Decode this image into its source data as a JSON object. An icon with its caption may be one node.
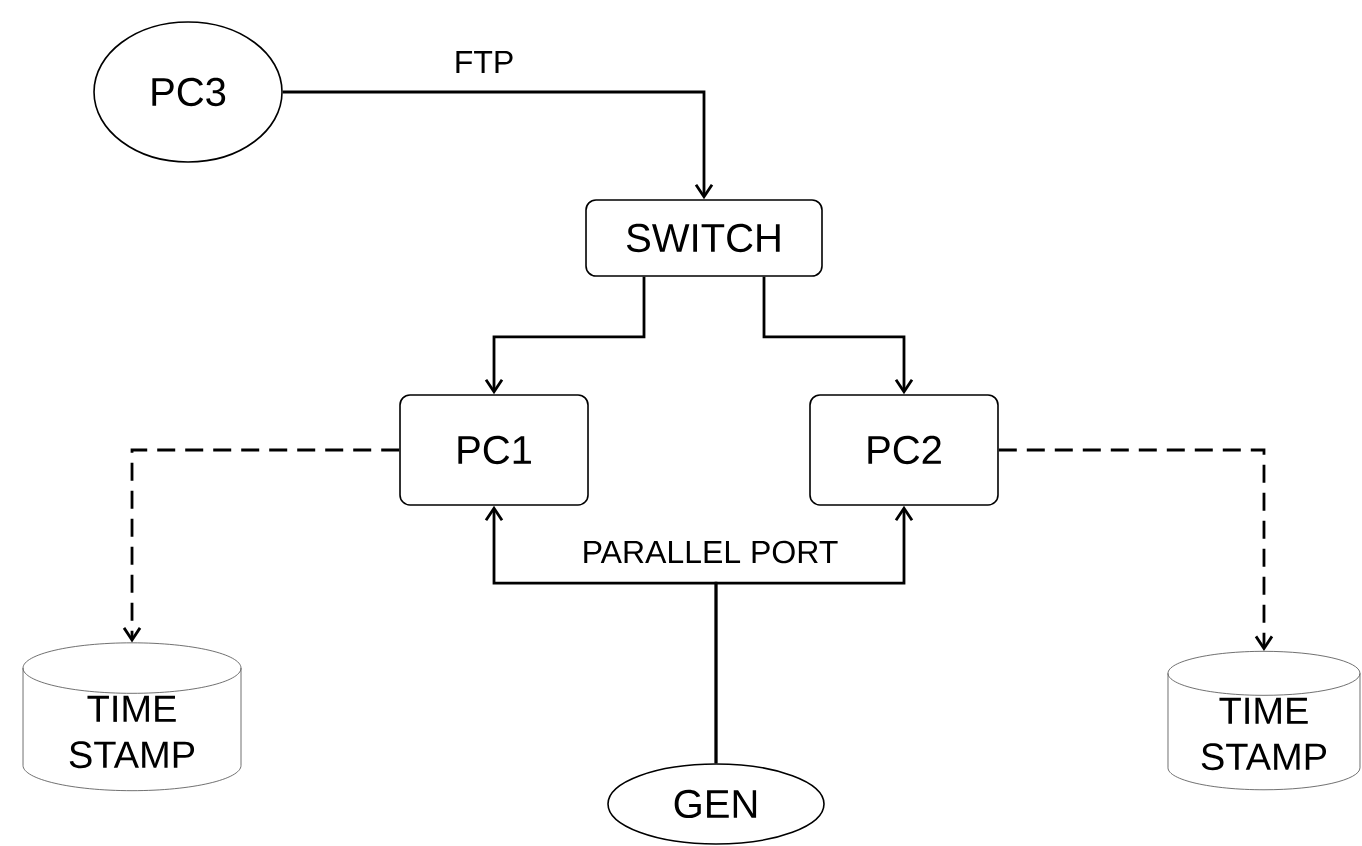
{
  "diagram": {
    "nodes": [
      {
        "text": [
          "PC3"
        ]
      },
      {
        "text": [
          "SWITCH"
        ]
      },
      {
        "text": [
          "PC1"
        ]
      },
      {
        "text": [
          "PC2"
        ]
      },
      {
        "text": [
          "TIME STAMP"
        ]
      },
      {
        "text": [
          "GEN"
        ]
      },
      {
        "text": [
          "TIME STAMP"
        ]
      }
    ],
    "edges": [
      {
        "from": 0,
        "to": 1,
        "arrow": "to",
        "label": "FTP"
      },
      {
        "from": 1,
        "to": 2,
        "arrow": "to"
      },
      {
        "from": 1,
        "to": 3,
        "arrow": "to"
      },
      {
        "from": 5,
        "to": 2,
        "arrow": "to",
        "label": "PARALLEL PORT"
      },
      {
        "from": 5,
        "to": 3,
        "arrow": "to"
      },
      {
        "from": 2,
        "to": 4,
        "arrow": "to",
        "style": "dashed"
      },
      {
        "from": 3,
        "to": 6,
        "arrow": "to",
        "style": "dashed"
      }
    ]
  }
}
